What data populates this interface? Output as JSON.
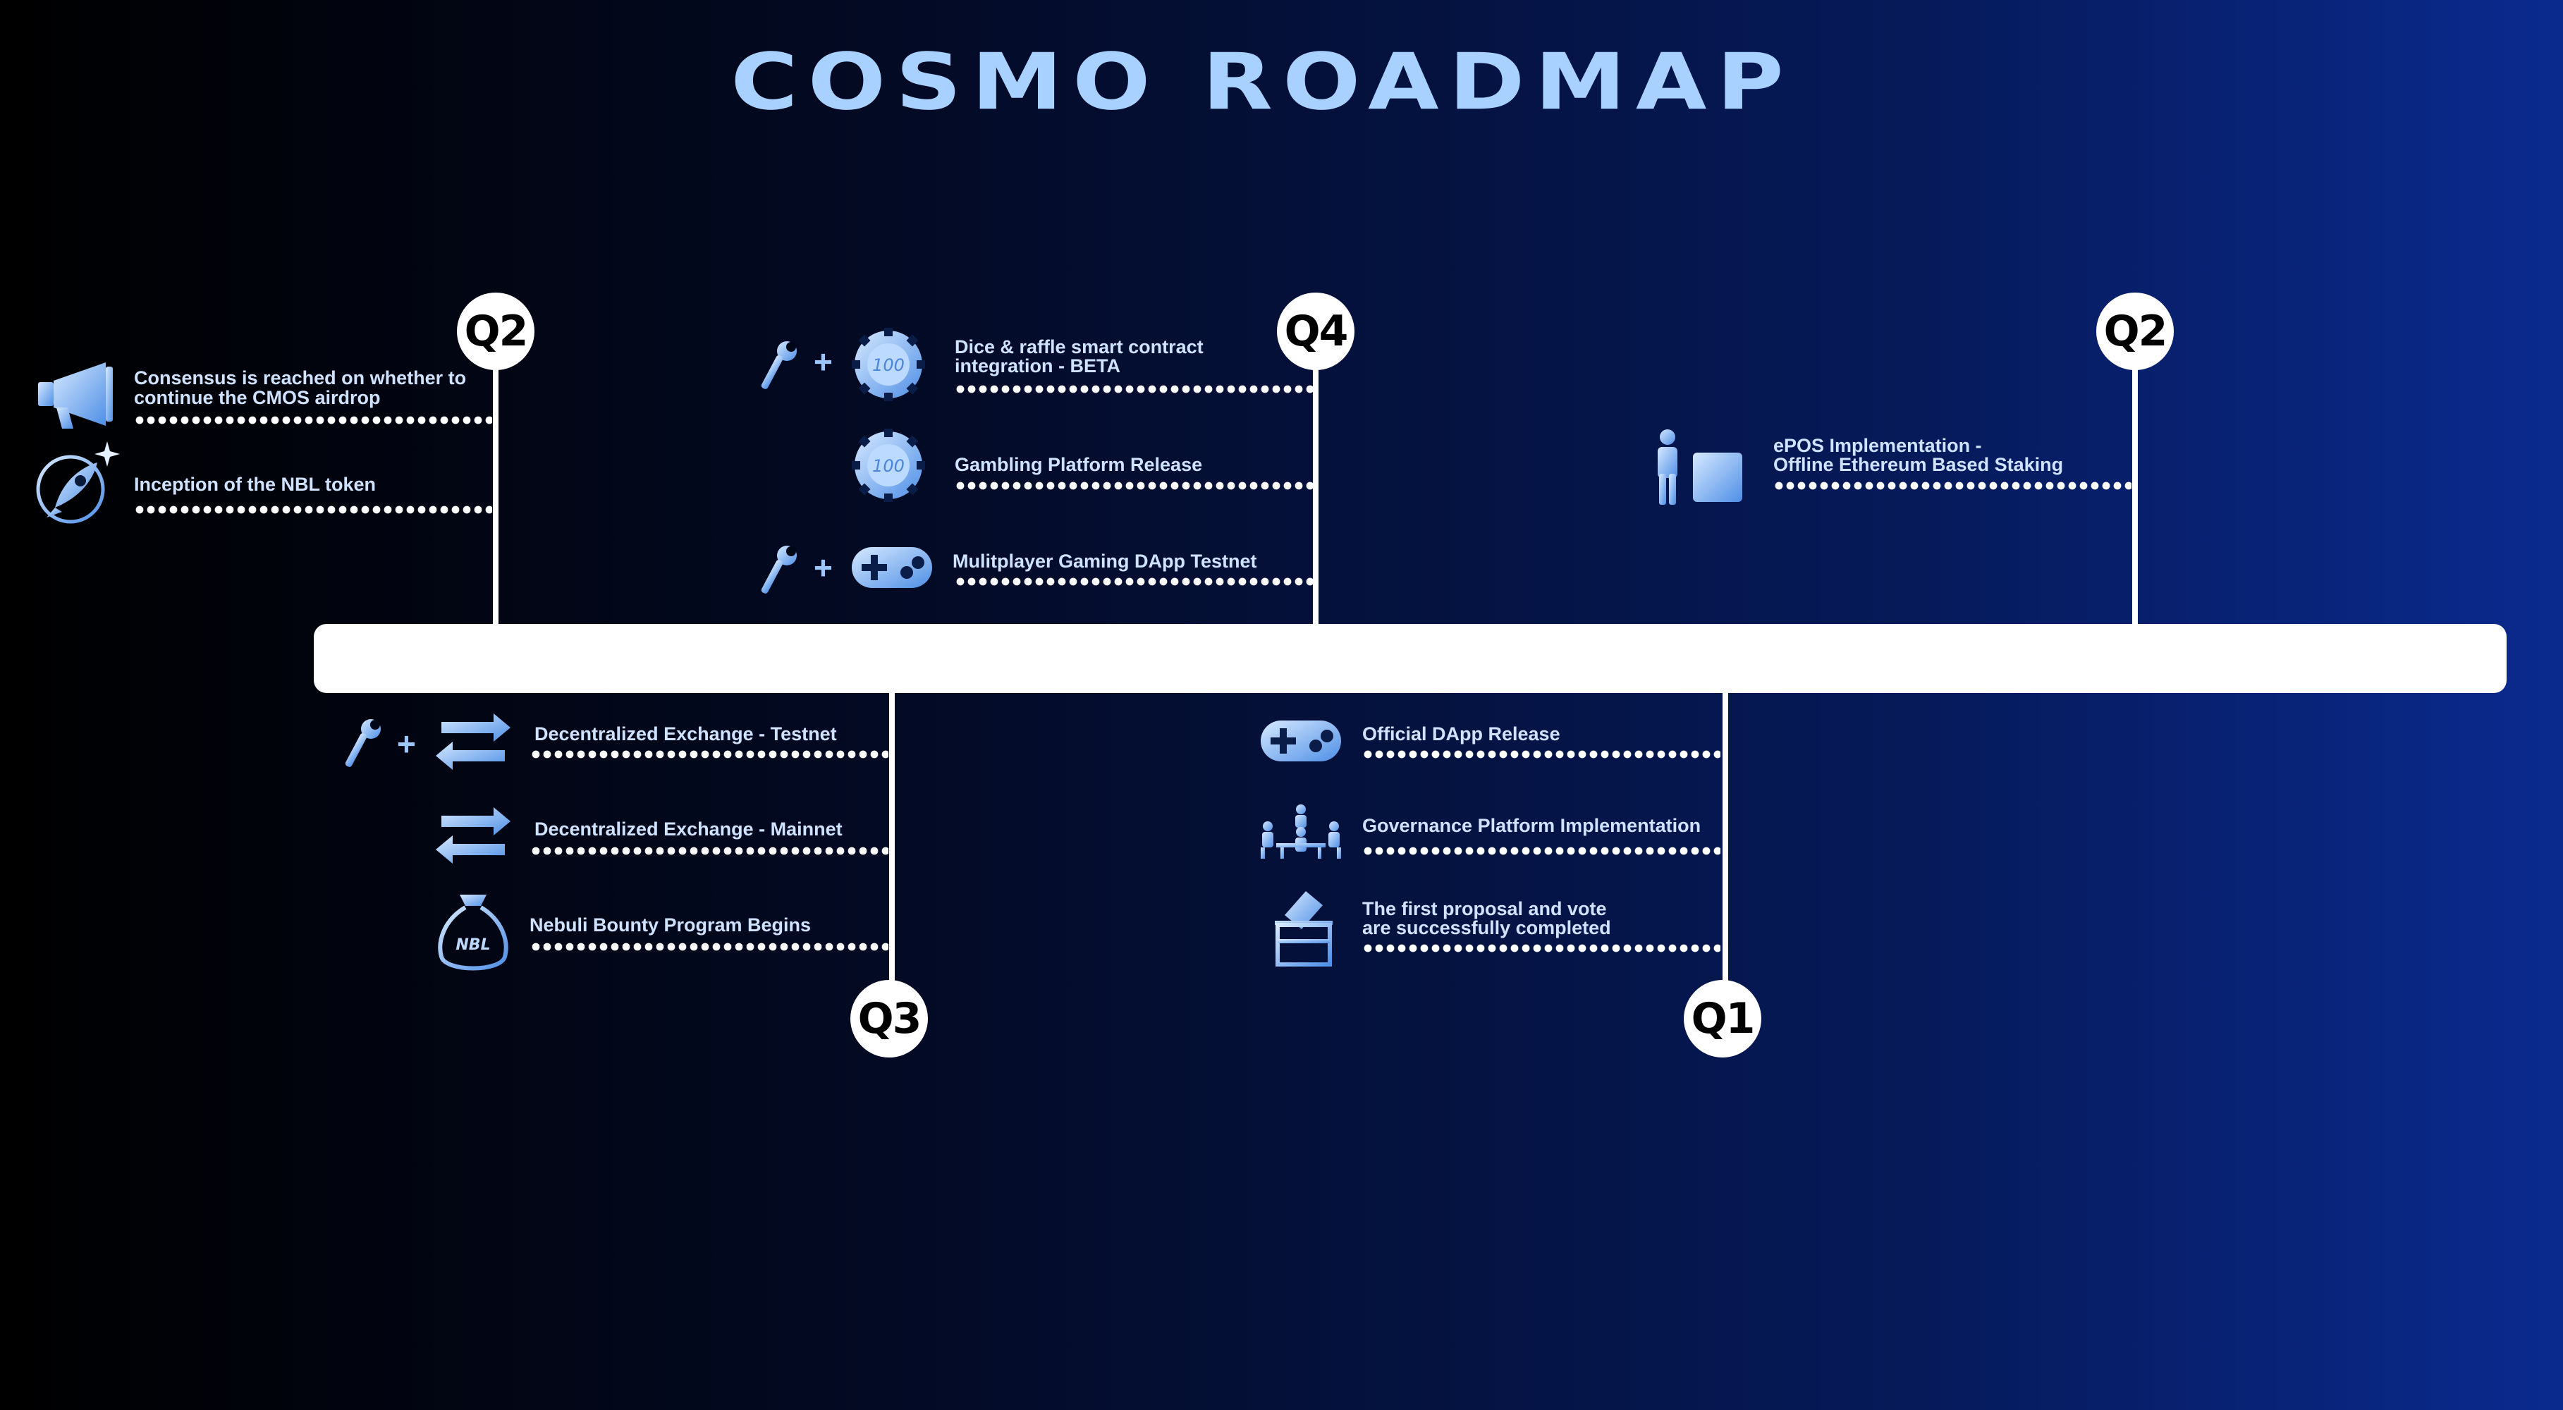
{
  "title": "COSMO ROADMAP",
  "markers": [
    "Q2",
    "Q4",
    "Q2",
    "Q3",
    "Q1"
  ],
  "plus_sign": "+",
  "chip_text": "100",
  "bag_text": "NBL",
  "items": {
    "consensus": [
      "Consensus is reached on whether to",
      "continue the CMOS airdrop"
    ],
    "nbl_token": "Inception of the NBL token",
    "dice": [
      "Dice & raffle smart contract",
      "integration - BETA"
    ],
    "gambling": "Gambling Platform Release",
    "multiplayer": "Mulitplayer Gaming DApp Testnet",
    "epos": [
      "ePOS Implementation -",
      "Offline Ethereum Based Staking"
    ],
    "dex_testnet": "Decentralized Exchange - Testnet",
    "dex_mainnet": "Decentralized Exchange - Mainnet",
    "bounty": "Nebuli Bounty Program Begins",
    "dapp_release": "Official DApp Release",
    "governance": "Governance Platform Implementation",
    "proposal": [
      "The first proposal and vote",
      "are successfully completed"
    ]
  },
  "colors": {
    "title": "#a9d1ff",
    "label": "#cfe2ff",
    "icon": "#8ec0ff",
    "timeline": "#ffffff"
  }
}
